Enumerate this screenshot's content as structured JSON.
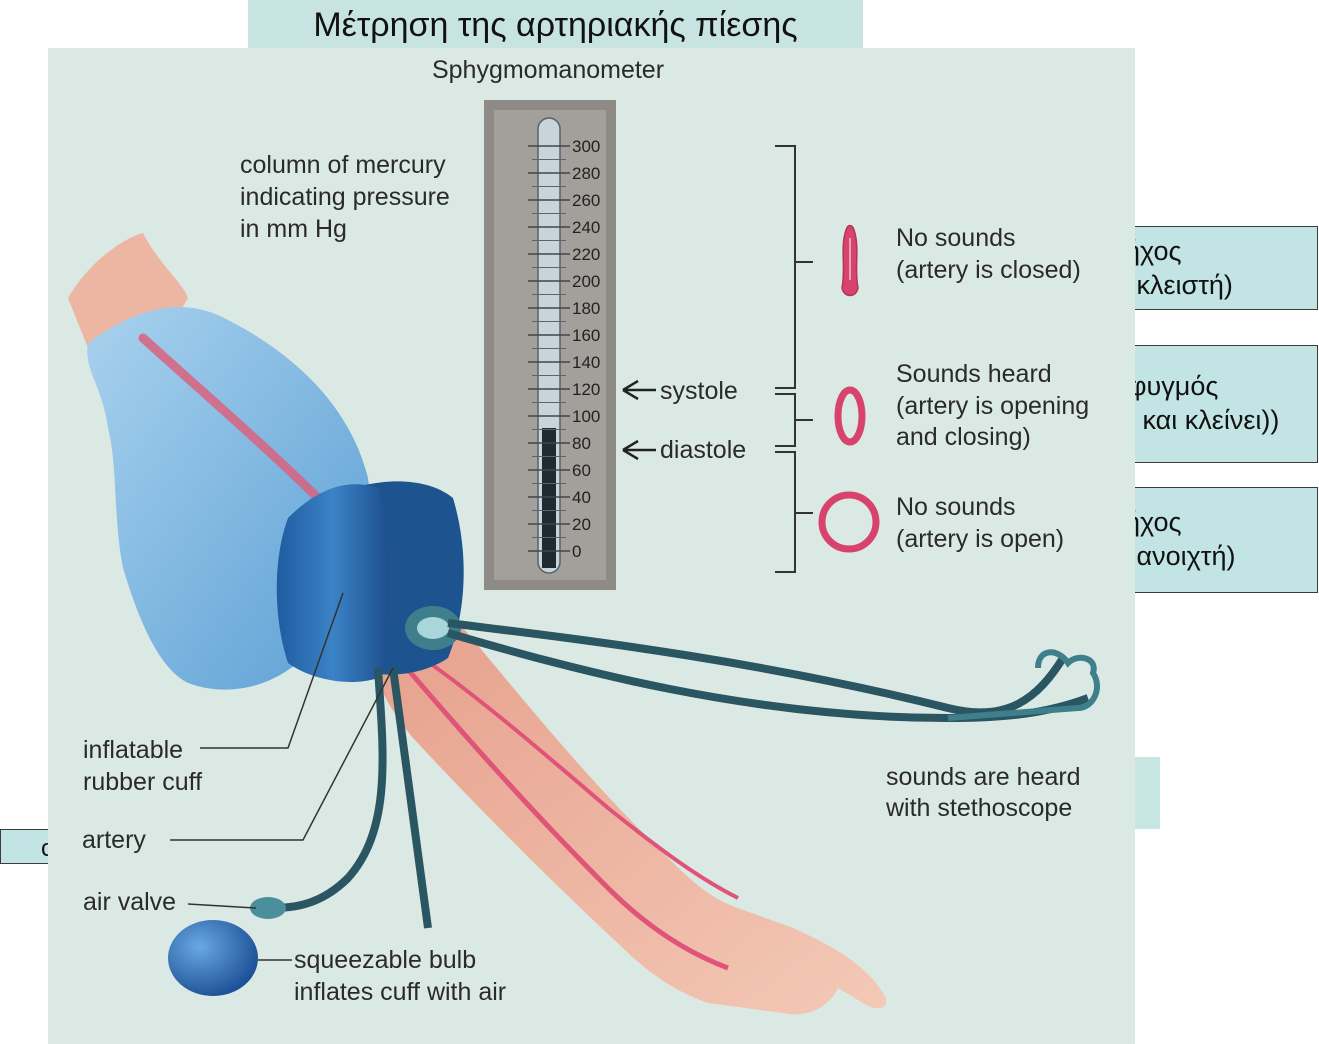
{
  "title": "Μέτρηση της αρτηριακής πίεσης",
  "greek_boxes": [
    {
      "line1": "ήχος",
      "line2": "ι κλειστή)"
    },
    {
      "line1": "φυγμός",
      "line2": "ι και κλείνει))"
    },
    {
      "line1": "ήχος",
      "line2": "ι ανοιχτή)"
    },
    {
      "line1": "",
      "line2": ""
    },
    {
      "line1": "c",
      "line2": ""
    }
  ],
  "figure": {
    "header": "Sphygmomanometer",
    "mercury_label": [
      "column of mercury",
      "indicating pressure",
      "in mm Hg"
    ],
    "scale_ticks": [
      "300",
      "280",
      "260",
      "240",
      "220",
      "200",
      "180",
      "160",
      "140",
      "120",
      "100",
      "80",
      "60",
      "40",
      "20",
      "0"
    ],
    "systole": "systole",
    "diastole": "diastole",
    "states": [
      {
        "line1": "No sounds",
        "line2": "(artery is closed)",
        "line3": ""
      },
      {
        "line1": "Sounds heard",
        "line2": "(artery is opening",
        "line3": "and closing)"
      },
      {
        "line1": "No sounds",
        "line2": "(artery is open)",
        "line3": ""
      }
    ],
    "cuff_label": [
      "inflatable",
      "rubber cuff"
    ],
    "artery_label": "artery",
    "air_valve_label": "air valve",
    "bulb_label": [
      "squeezable bulb",
      "inflates cuff with air"
    ],
    "stethoscope_label": [
      "sounds are heard",
      "with stethoscope"
    ]
  },
  "colors": {
    "panel": "#dbe9e4",
    "greek_box": "#c2e4e4",
    "cuff": "#2d6fb3",
    "shirt": "#8bbfe3",
    "tube": "#2a5563",
    "artery": "#d2577a",
    "skin": "#e8a996"
  }
}
